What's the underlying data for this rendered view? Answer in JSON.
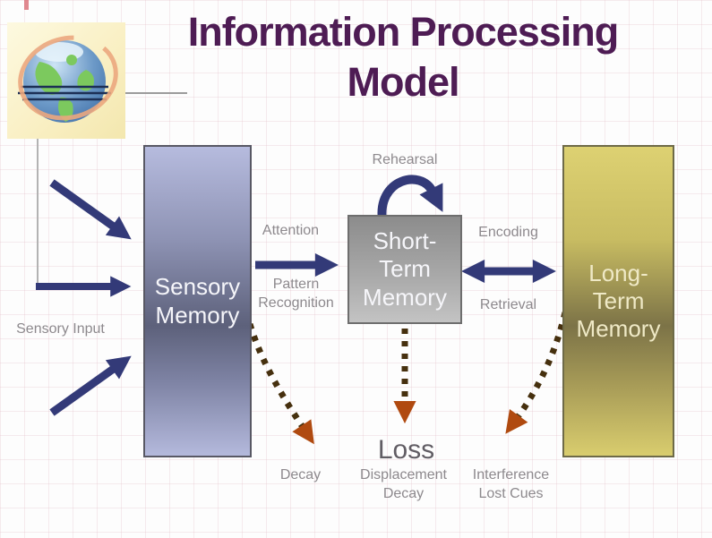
{
  "title": {
    "line1": "Information Processing",
    "line2": "Model"
  },
  "boxes": [
    {
      "id": "sensory-memory",
      "label": "Sensory\nMemory"
    },
    {
      "id": "short-term-memory",
      "label": "Short-\nTerm\nMemory"
    },
    {
      "id": "long-term-memory",
      "label": "Long-\nTerm\nMemory"
    }
  ],
  "process_labels": {
    "rehearsal": "Rehearsal",
    "attention": "Attention",
    "pattern_recognition": "Pattern\nRecognition",
    "encoding": "Encoding",
    "retrieval": "Retrieval",
    "sensory_input": "Sensory Input"
  },
  "loss_labels": {
    "heading": "Loss",
    "sensory_loss": "Decay",
    "short_term_loss": "Displacement\nDecay",
    "long_term_loss": "Interference\nLost Cues"
  },
  "icons": {
    "logo": "globe-clipart"
  },
  "colors": {
    "title": "#4e1c54",
    "arrow_navy": "#333a78",
    "arrow_rust_head": "#b04a10",
    "arrow_rust_dash": "#46300e",
    "label_gray": "#8d898d",
    "sensory_box": "#9ba0c2",
    "short_term_box": "#a8a8a8",
    "long_term_box": "#cdc167",
    "grid_line": "#eed7dc"
  }
}
